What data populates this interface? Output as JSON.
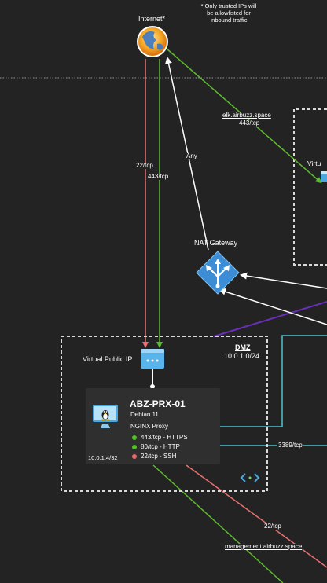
{
  "internet": {
    "label": "Internet*",
    "note_lines": [
      "* Only trusted IPs will",
      "be allowlisted for",
      "inbound traffic"
    ]
  },
  "edges": {
    "ssh_port": "22/tcp",
    "https_port": "443/tcp",
    "any": "Any",
    "elk_host": "elk.airbuzz.space",
    "elk_port": "443/tcp",
    "rdp_port": "3389/tcp",
    "mgmt_ssh_port": "22/tcp",
    "mgmt_host": "management.airbuzz.space"
  },
  "nat_gateway": {
    "label": "NAT Gateway"
  },
  "right_partial_label": "Virtu",
  "dmz": {
    "name": "DMZ",
    "cidr": "10.0.1.0/24",
    "vip_label": "Virtual Public IP"
  },
  "server": {
    "name": "ABZ-PRX-01",
    "os": "Debian 11",
    "role": "NGINX Proxy",
    "ip": "10.0.1.4/32",
    "ports": [
      {
        "label": "443/tcp - HTTPS",
        "color": "#4fc321"
      },
      {
        "label": "80/tcp - HTTP",
        "color": "#4fc321"
      },
      {
        "label": "22/tcp - SSH",
        "color": "#e66a6a"
      }
    ]
  },
  "colors": {
    "red": "#e87070",
    "green": "#5dbb2f",
    "cyan": "#4ec5cf",
    "purple": "#6a2fb8",
    "white": "#ffffff",
    "dashed": "#d9d9d9"
  }
}
